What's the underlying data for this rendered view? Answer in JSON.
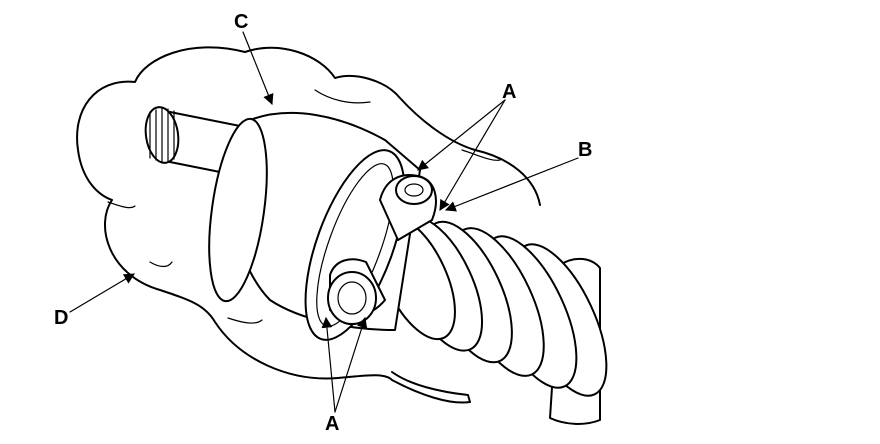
{
  "callouts": {
    "a_upper": "A",
    "a_lower": "A",
    "b": "B",
    "c": "C",
    "d": "D"
  }
}
